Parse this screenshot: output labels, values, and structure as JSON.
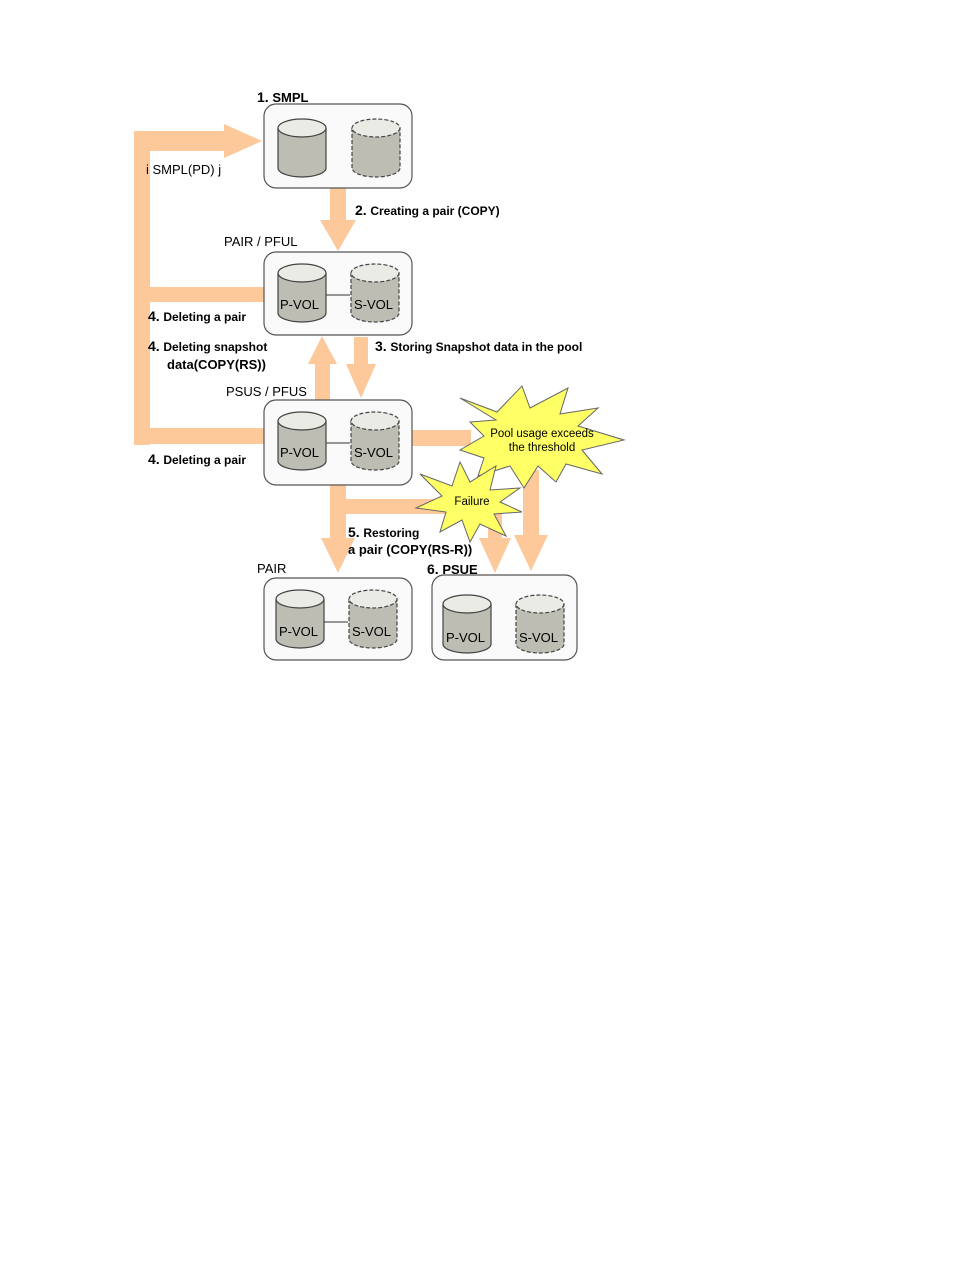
{
  "colors": {
    "arrow": "#fdc89a",
    "box_stroke": "#555555",
    "cyl_body": "#bdbdb4",
    "cyl_top": "#ebebe6",
    "star": "#ffff66"
  },
  "states": {
    "smpl": {
      "num": "1.",
      "name": "SMPL"
    },
    "pair_pful": {
      "name": "PAIR / PFUL"
    },
    "psus_pfus": {
      "name": "PSUS / PFUS"
    },
    "pair": {
      "name": "PAIR"
    },
    "psue": {
      "num": "6.",
      "name": "PSUE"
    }
  },
  "volumes": {
    "pvol": "P-VOL",
    "svol": "S-VOL"
  },
  "transitions": {
    "smpl_pd": "i SMPL(PD) j",
    "create": {
      "num": "2.",
      "text": "Creating a pair (COPY)"
    },
    "delete1": {
      "num": "4.",
      "text": "Deleting a pair"
    },
    "delete_snap": {
      "num": "4.",
      "line1": "Deleting snapshot",
      "line2": "data(COPY(RS))"
    },
    "store": {
      "num": "3.",
      "text": "Storing Snapshot data in the pool"
    },
    "delete2": {
      "num": "4.",
      "text": "Deleting a pair"
    },
    "restore": {
      "num": "5.",
      "line1": "Restoring",
      "line2": "a pair (COPY(RS-R))"
    }
  },
  "events": {
    "pool_line1": "Pool usage exceeds",
    "pool_line2": "the threshold",
    "failure": "Failure"
  }
}
